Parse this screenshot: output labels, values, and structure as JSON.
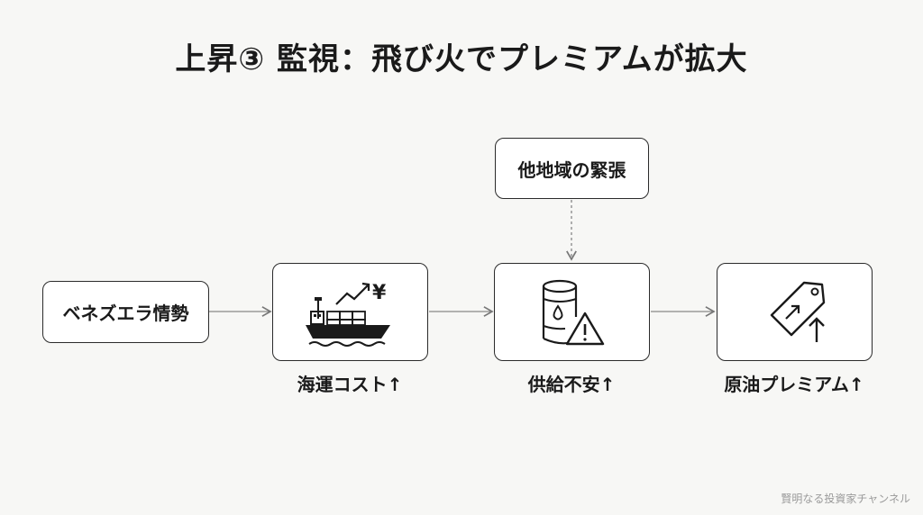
{
  "title": "上昇③ 監視：飛び火でプレミアムが拡大",
  "nodes": {
    "source": "ベネズエラ情勢",
    "other_tension": "他地域の緊張",
    "shipping_label": "海運コスト↑",
    "supply_label": "供給不安↑",
    "premium_label": "原油プレミアム↑",
    "yen_symbol": "¥"
  },
  "footer": "賢明なる投資家チャンネル"
}
